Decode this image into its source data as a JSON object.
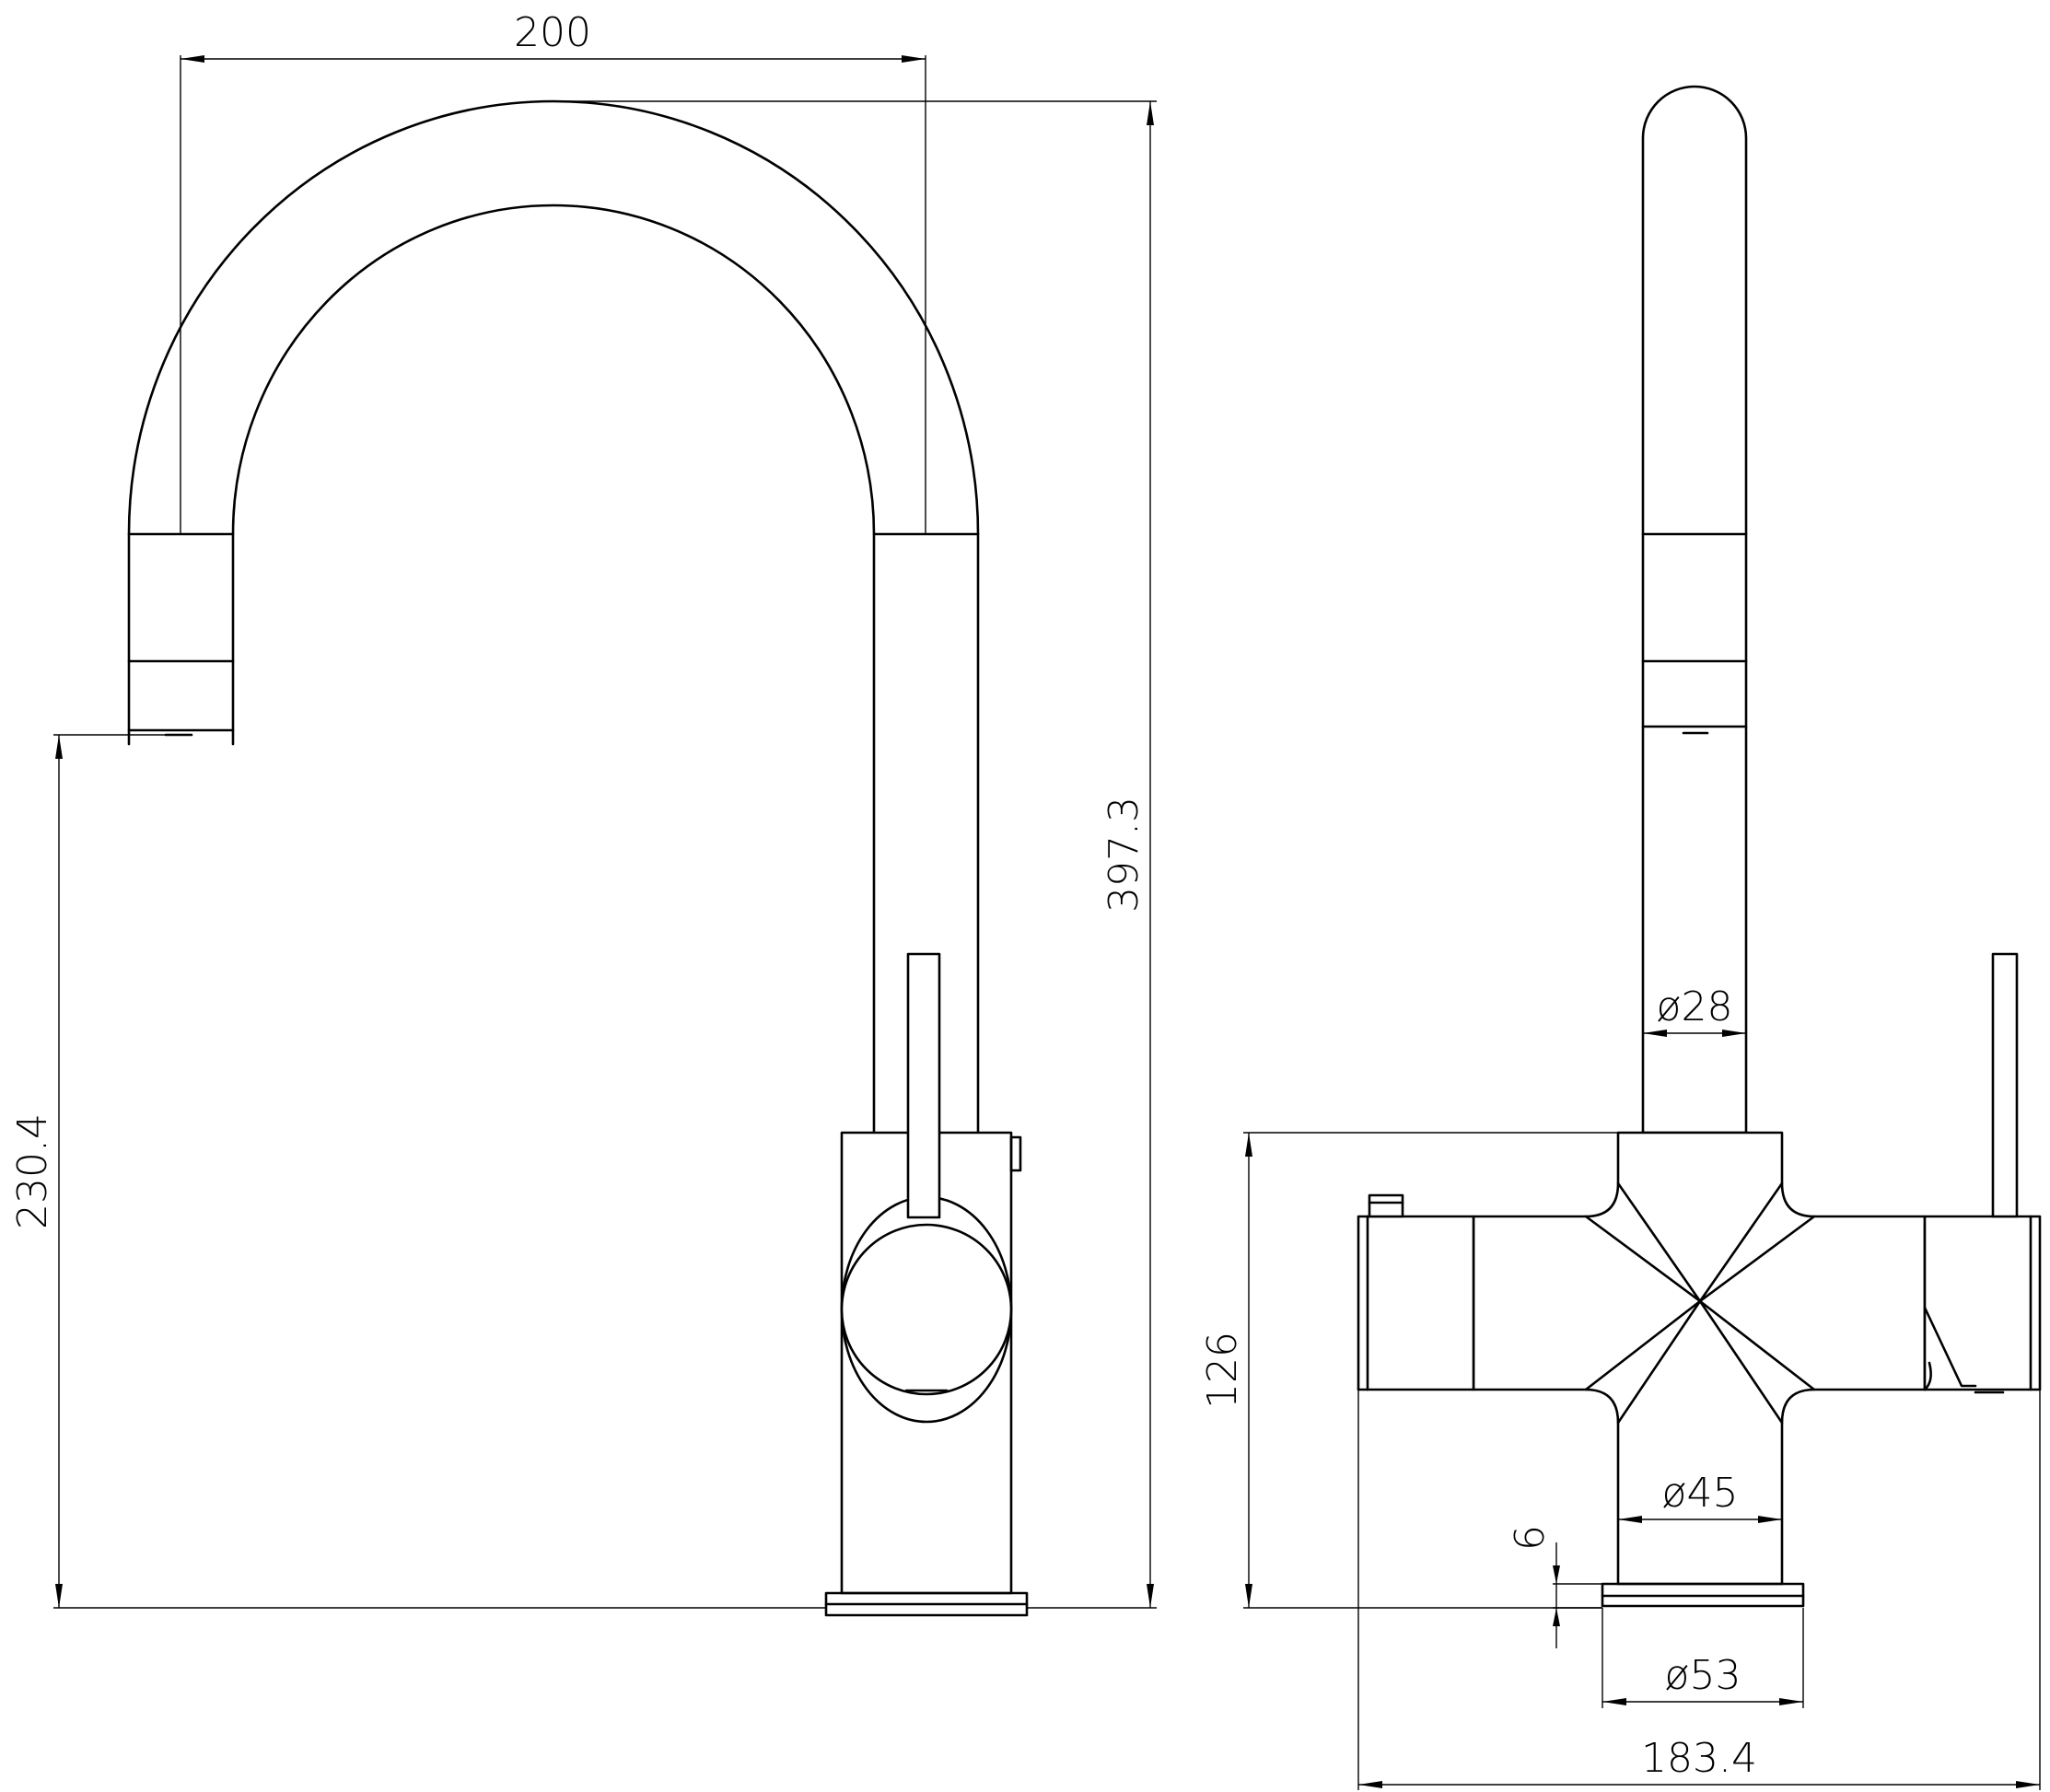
{
  "dimensions": {
    "spout_reach": "200",
    "overall_height": "397.3",
    "spout_height": "230.4",
    "spout_diameter": "ø28",
    "body_height": "126",
    "body_diameter": "ø45",
    "base_thickness": "6",
    "base_diameter": "ø53",
    "overall_width": "183.4"
  }
}
